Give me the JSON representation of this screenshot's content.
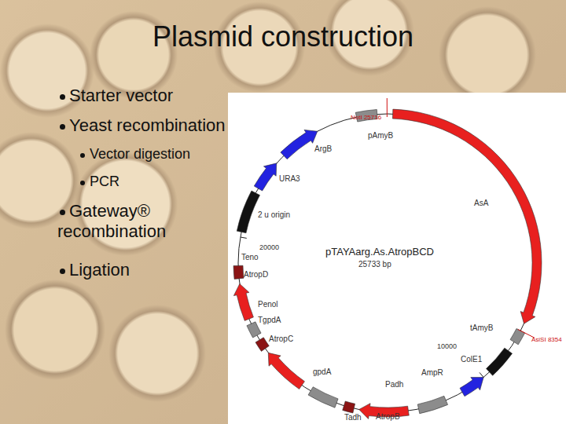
{
  "diagram": {
    "title": "Plasmid construction",
    "labels": [
      "Starter vector",
      "Yeast recombination",
      "Vector digestion",
      "PCR",
      "Gateway® recombination",
      "Ligation",
      "NotI 25716",
      "pAmyB",
      "ArgB",
      "URA3",
      "2 u origin",
      "20000",
      "Teno",
      "AtropD",
      "Penol",
      "TgpdA",
      "AtropC",
      "gpdA",
      "Tadh",
      "AtropB",
      "Padh",
      "AmpR",
      "ColE1",
      "10000",
      "tAmyB",
      "AsiSI 8354",
      "AsA",
      "pTAYAarg.As.AtropBCD",
      "25733 bp"
    ]
  }
}
